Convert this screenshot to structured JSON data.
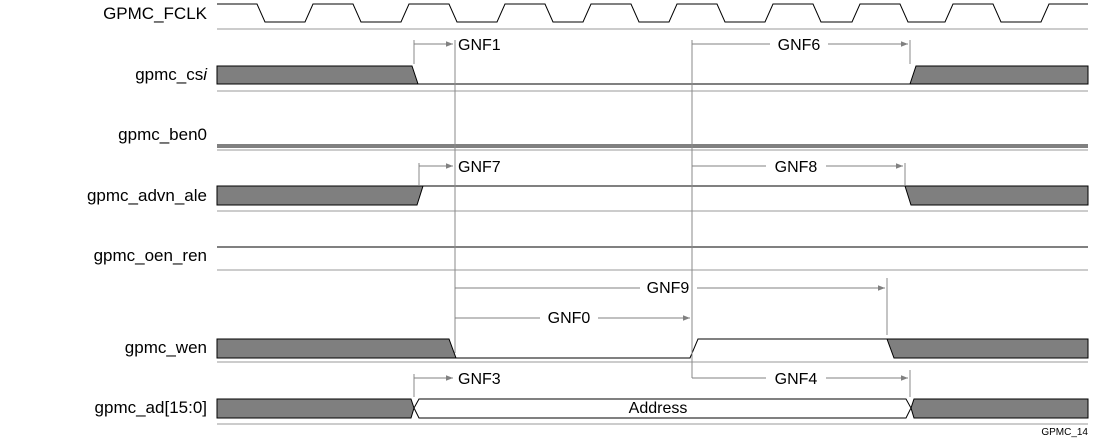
{
  "signals": [
    {
      "id": "clk",
      "label": "GPMC_FCLK"
    },
    {
      "id": "cs",
      "label": "gpmc_cs",
      "label_suffix": "i"
    },
    {
      "id": "ben0",
      "label": "gpmc_ben0"
    },
    {
      "id": "advn",
      "label": "gpmc_advn_ale"
    },
    {
      "id": "oen",
      "label": "gpmc_oen_ren"
    },
    {
      "id": "wen",
      "label": "gpmc_wen"
    },
    {
      "id": "ad",
      "label": "gpmc_ad[15:0]",
      "bus_value": "Address"
    }
  ],
  "annotations": {
    "gnf0": "GNF0",
    "gnf1": "GNF1",
    "gnf3": "GNF3",
    "gnf4": "GNF4",
    "gnf6": "GNF6",
    "gnf7": "GNF7",
    "gnf8": "GNF8",
    "gnf9": "GNF9"
  },
  "figure_id": "GPMC_14",
  "colors": {
    "undefined_fill": "#7f7f7f",
    "line": "#000000",
    "ref_line": "#7f7f7f",
    "arrow": "#808080"
  }
}
